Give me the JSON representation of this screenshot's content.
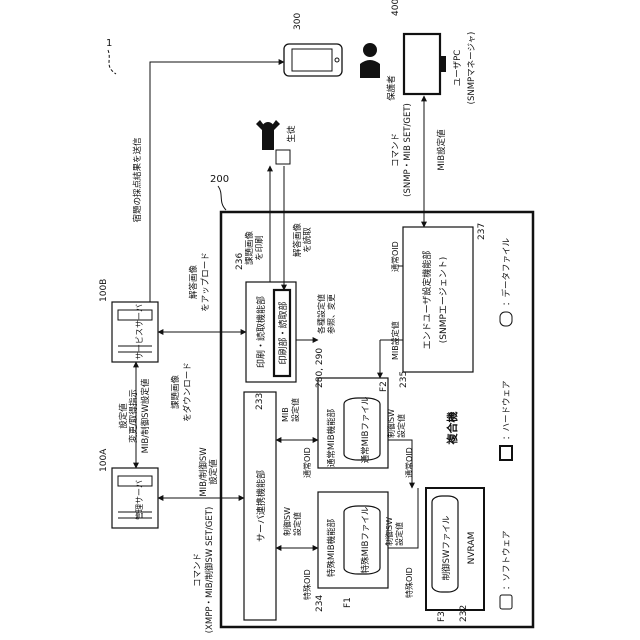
{
  "figure": {
    "system_ref": "1",
    "mfp": {
      "ref": "200",
      "title": "複合機",
      "server_link": {
        "ref": "233",
        "label": "サーバ連携機能部"
      },
      "print_read": {
        "ref": "236",
        "label": "印刷・読取機能部",
        "inner_label": "印刷部・読取部",
        "inner_ref": "280, 290"
      },
      "enduser_setting": {
        "ref": "237",
        "label": "エンドユーザ設定機能部",
        "sublabel": "(SNMPエージェント)"
      },
      "normal_mib": {
        "ref": "235",
        "label": "通常MIB機能部",
        "file_label": "通常MIBファイル",
        "file_ref": "F2"
      },
      "special_mib": {
        "ref": "234",
        "label": "特殊MIB機能部",
        "file_label": "特殊MIBファイル",
        "file_ref": "F1"
      },
      "nvram": {
        "ref": "232",
        "file_label": "制御SWファイル",
        "file_ref": "F3",
        "label": "NVRAM"
      }
    },
    "servers": {
      "management": {
        "ref": "100A",
        "label": "管理サーバ"
      },
      "service": {
        "ref": "100B",
        "label": "サービスサーバ"
      }
    },
    "devices": {
      "phone": {
        "ref": "300"
      },
      "user_pc": {
        "ref": "400",
        "label": "ユーザPC",
        "sublabel": "(SNMPマネージャ)"
      },
      "guardian": {
        "label": "保護者"
      },
      "student": {
        "label": "生徒"
      }
    },
    "annotations": {
      "send_results": "宿題の採点結果を送信",
      "setting_value": "設定値",
      "change_instruction": "変更/取得指示",
      "mib_sw_setting": "MIB/制御SW設定値",
      "mib_sw_setting_a": "MIB/制御SW",
      "mib_sw_setting_b": "設定値",
      "command_xmpp_1": "コマンド",
      "command_xmpp_2": "(XMPP・MIB/制御SW SET/GET)",
      "download_1": "課題画像",
      "download_2": "をダウンロード",
      "upload_1": "解答画像",
      "upload_2": "をアップロード",
      "print_task_1": "課題画像",
      "print_task_2": "を印刷",
      "read_answer_1": "解答画像",
      "read_answer_2": "を読取",
      "various_1": "各種設定値",
      "various_2": "参照、変更",
      "command_snmp_1": "コマンド",
      "command_snmp_2": "(SNMP・MIB SET/GET)",
      "mib_setting": "MIB設定値",
      "mib_setting_2": "MIB",
      "normal_oid": "通常OID",
      "special_oid": "特殊OID",
      "ctrl_sw_1": "制御SW",
      "ctrl_sw_2": "設定値"
    },
    "legend": {
      "software": "：ソフトウェア",
      "hardware": "：ハードウェア",
      "datafile": "：データファイル"
    }
  }
}
